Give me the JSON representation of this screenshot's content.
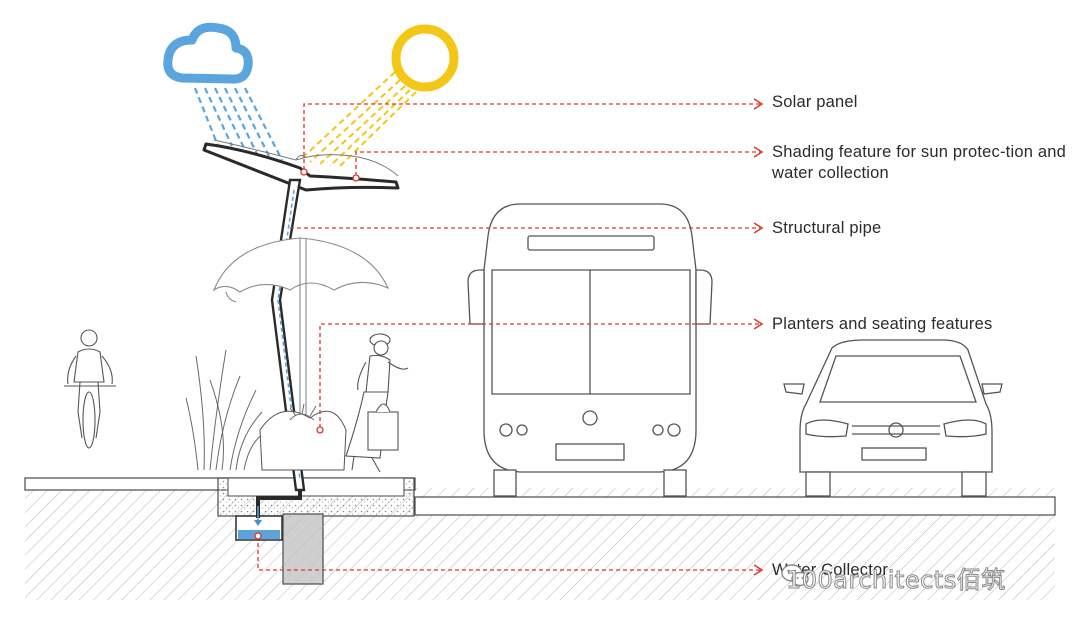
{
  "labels": {
    "solar_panel": "Solar panel",
    "shading_feature": "Shading feature for sun protec-tion and water collection",
    "structural_pipe": "Structural pipe",
    "planters": "Planters and seating features",
    "water_collector": "Water Collector"
  },
  "watermark": {
    "text": "100architects佰筑"
  },
  "icons": [
    "cloud-icon",
    "sun-icon",
    "rain-lines",
    "sun-rays",
    "cyclist-figure",
    "pedestrian-figure",
    "bus-figure",
    "car-figure",
    "wechat-icon"
  ],
  "colors": {
    "rain": "#5aa5de",
    "sun": "#f2c718",
    "leader_lines": "#d9372c",
    "outline": "#3a3a3a",
    "pipe": "#2a2a2a",
    "water": "#3f93d6"
  }
}
